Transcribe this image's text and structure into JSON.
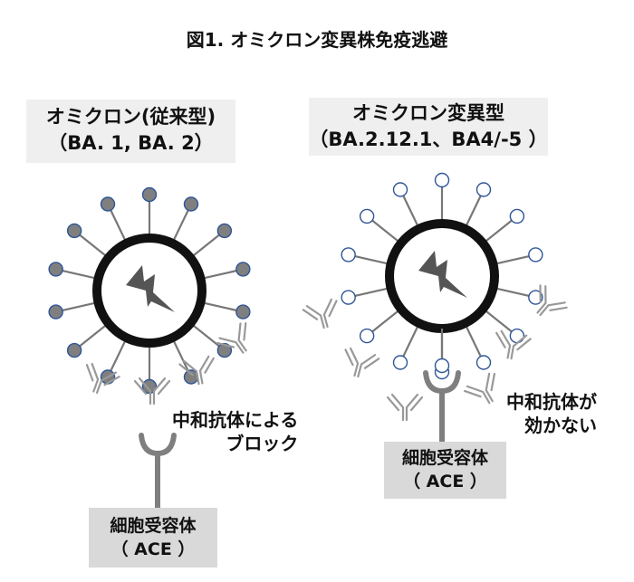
{
  "title": "図1. オミクロン変異株免疫逃避",
  "left": {
    "label_line1": "オミクロン(従来型)",
    "label_line2": "（BA. 1, BA. 2）",
    "annotation_line1": "中和抗体による",
    "annotation_line2": "ブロック",
    "receptor_line1": "細胞受容体",
    "receptor_line2": "（ ACE ）"
  },
  "right": {
    "label_line1": "オミクロン変異型",
    "label_line2": "（BA.2.12.1、BA4/-5 ）",
    "annotation_line1": "中和抗体が",
    "annotation_line2": "効かない",
    "receptor_line1": "細胞受容体",
    "receptor_line2": "（ ACE ）"
  },
  "colors": {
    "virus_ring": "#111111",
    "spike_stem": "#777777",
    "spike_filled": "#7f7f7f",
    "spike_open": "#ffffff",
    "spike_outline": "#2f5597",
    "antibody": "#999999",
    "receptor": "#7f7f7f",
    "lightning": "#555555",
    "label_box": "#efefef",
    "receptor_box": "#d9d9d9"
  },
  "icons": {
    "virus_core": "lightning-icon",
    "antibody": "antibody-y-icon",
    "receptor": "receptor-cup-icon"
  }
}
